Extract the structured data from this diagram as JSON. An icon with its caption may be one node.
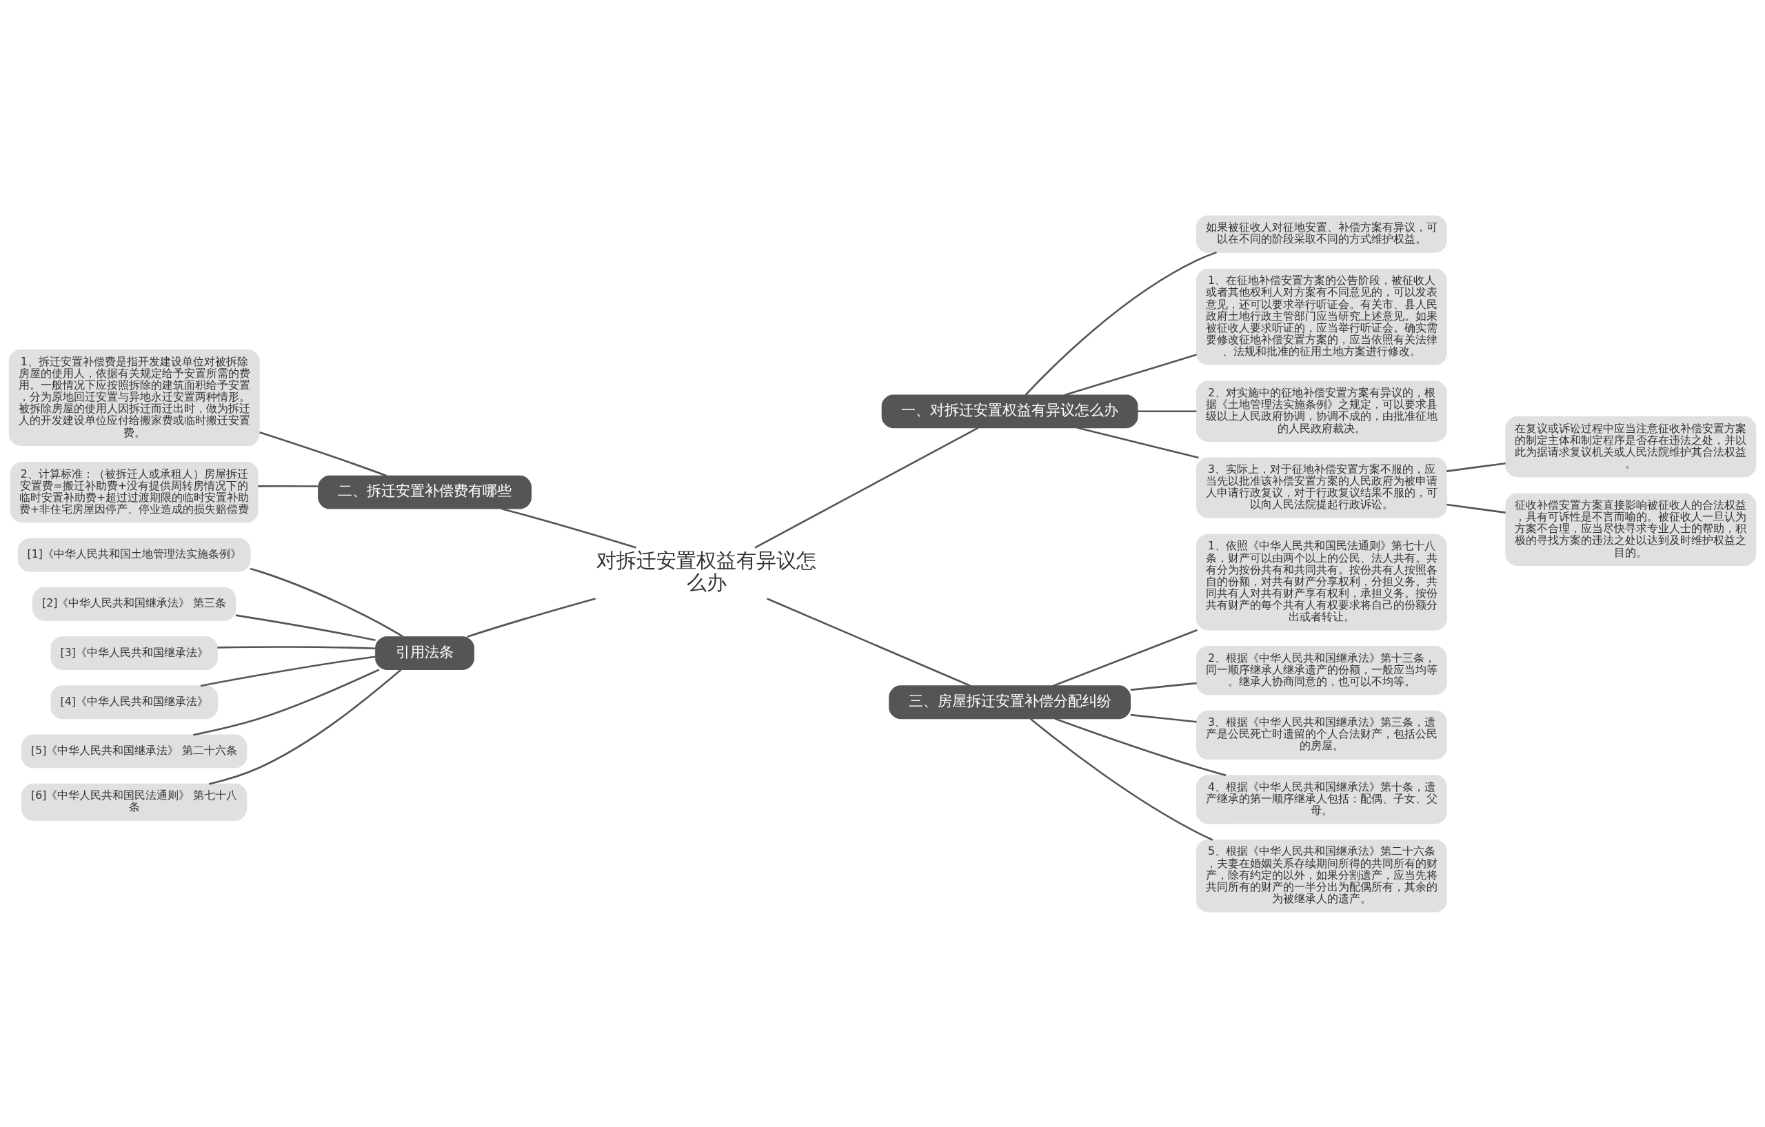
{
  "diagram": {
    "nodes": [
      {
        "text": [
          "对拆迁安置权益有异议怎么办"
        ]
      },
      {
        "text": [
          "一、对拆迁安置权益有异议怎么办"
        ]
      },
      {
        "text": [
          "如果被征收人对征地安置、补偿方案有异议，可以在不同的阶段采取不同的方式维护权益。"
        ]
      },
      {
        "text": [
          "1、在征地补偿安置方案的公告阶段，被征收人或者其他权利人对方案有不同意见的，可以发表意见，还可以要求举行听证会。有关市、县人民政府土地行政主管部门应当研究上述意见。如果被征收人要求听证的，应当举行听证会。确实需要修改征地补偿安置方案的，应当依照有关法律、法规和批准的征用土地方案进行修改。"
        ]
      },
      {
        "text": [
          "2、对实施中的征地补偿安置方案有异议的，根据《土地管理法实施条例》之规定，可以要求县级以上人民政府协调，协调不成的，由批准征地的人民政府裁决。"
        ]
      },
      {
        "text": [
          "3、实际上，对于征地补偿安置方案不服的，应当先以批准该补偿安置方案的人民政府为被申请人申请行政复议，对于行政复议结果不服的，可以向人民法院提起行政诉讼。"
        ]
      },
      {
        "text": [
          "在复议或诉讼过程中应当注意征收补偿安置方案的制定主体和制定程序是否存在违法之处，并以此为据请求复议机关或人民法院维护其合法权益。"
        ]
      },
      {
        "text": [
          "征收补偿安置方案直接影响被征收人的合法权益，具有可诉性是不言而喻的。被征收人一旦认为方案不合理，应当尽快寻求专业人士的帮助，积极的寻找方案的违法之处以达到及时维护权益之目的。"
        ]
      },
      {
        "text": [
          "二、拆迁安置补偿费有哪些"
        ]
      },
      {
        "text": [
          "1、拆迁安置补偿费是指开发建设单位对被拆除房屋的使用人，依据有关规定给予安置所需的费用。一般情况下应按照拆除的建筑面积给予安置，分为原地回迁安置与异地永迁安置两种情形。被拆除房屋的使用人因拆迁而迁出时，做为拆迁人的开发建设单位应付给搬家费或临时搬迁安置费。"
        ]
      },
      {
        "text": [
          "2、计算标准：（被拆迁人或承租人）房屋拆迁安置费=搬迁补助费+没有提供周转房情况下的临时安置补助费+超过过渡期限的临时安置补助费+非住宅房屋因停产、停业造成的损失赔偿费"
        ]
      },
      {
        "text": [
          "引用法条"
        ]
      },
      {
        "text": [
          "[1]《中华人民共和国土地管理法实施条例》"
        ]
      },
      {
        "text": [
          "[2]《中华人民共和国继承法》 第三条"
        ]
      },
      {
        "text": [
          "[3]《中华人民共和国继承法》"
        ]
      },
      {
        "text": [
          "[4]《中华人民共和国继承法》"
        ]
      },
      {
        "text": [
          "[5]《中华人民共和国继承法》 第二十六条"
        ]
      },
      {
        "text": [
          "[6]《中华人民共和国民法通则》 第七十八条"
        ]
      },
      {
        "text": [
          "三、房屋拆迁安置补偿分配纠纷"
        ]
      },
      {
        "text": [
          "1、依照《中华人民共和国民法通则》第七十八条，财产可以由两个以上的公民、法人共有。共有分为按份共有和共同共有。按份共有人按照各自的份额，对共有财产分享权利，分担义务。共同共有人对共有财产享有权利，承担义务。按份共有财产的每个共有人有权要求将自己的份额分出或者转让。"
        ]
      },
      {
        "text": [
          "2、根据《中华人民共和国继承法》第十三条，同一顺序继承人继承遗产的份额，一般应当均等。继承人协商同意的，也可以不均等。"
        ]
      },
      {
        "text": [
          "3、根据《中华人民共和国继承法》第三条，遗产是公民死亡时遗留的个人合法财产，包括公民的房屋。"
        ]
      },
      {
        "text": [
          "4、根据《中华人民共和国继承法》第十条，遗产继承的第一顺序继承人包括：配偶、子女、父母。"
        ]
      },
      {
        "text": [
          "5、根据《中华人民共和国继承法》第二十六条，夫妻在婚姻关系存续期间所得的共同所有的财产，除有约定的以外，如果分割遗产，应当先将共同所有的财产的一半分出为配偶所有，其余的为被继承人的遗产。"
        ]
      }
    ],
    "edges": [
      {
        "from": 0,
        "to": 1,
        "arrow": "none"
      },
      {
        "from": 1,
        "to": 2,
        "arrow": "none"
      },
      {
        "from": 1,
        "to": 3,
        "arrow": "none"
      },
      {
        "from": 1,
        "to": 4,
        "arrow": "none"
      },
      {
        "from": 1,
        "to": 5,
        "arrow": "none"
      },
      {
        "from": 5,
        "to": 6,
        "arrow": "none"
      },
      {
        "from": 5,
        "to": 7,
        "arrow": "none"
      },
      {
        "from": 0,
        "to": 8,
        "arrow": "none"
      },
      {
        "from": 8,
        "to": 9,
        "arrow": "none"
      },
      {
        "from": 8,
        "to": 10,
        "arrow": "none"
      },
      {
        "from": 0,
        "to": 11,
        "arrow": "none"
      },
      {
        "from": 11,
        "to": 12,
        "arrow": "none"
      },
      {
        "from": 11,
        "to": 13,
        "arrow": "none"
      },
      {
        "from": 11,
        "to": 14,
        "arrow": "none"
      },
      {
        "from": 11,
        "to": 15,
        "arrow": "none"
      },
      {
        "from": 11,
        "to": 16,
        "arrow": "none"
      },
      {
        "from": 11,
        "to": 17,
        "arrow": "none"
      },
      {
        "from": 0,
        "to": 18,
        "arrow": "none"
      },
      {
        "from": 18,
        "to": 19,
        "arrow": "none"
      },
      {
        "from": 18,
        "to": 20,
        "arrow": "none"
      },
      {
        "from": 18,
        "to": 21,
        "arrow": "none"
      },
      {
        "from": 18,
        "to": 22,
        "arrow": "none"
      },
      {
        "from": 18,
        "to": 23,
        "arrow": "none"
      }
    ]
  }
}
